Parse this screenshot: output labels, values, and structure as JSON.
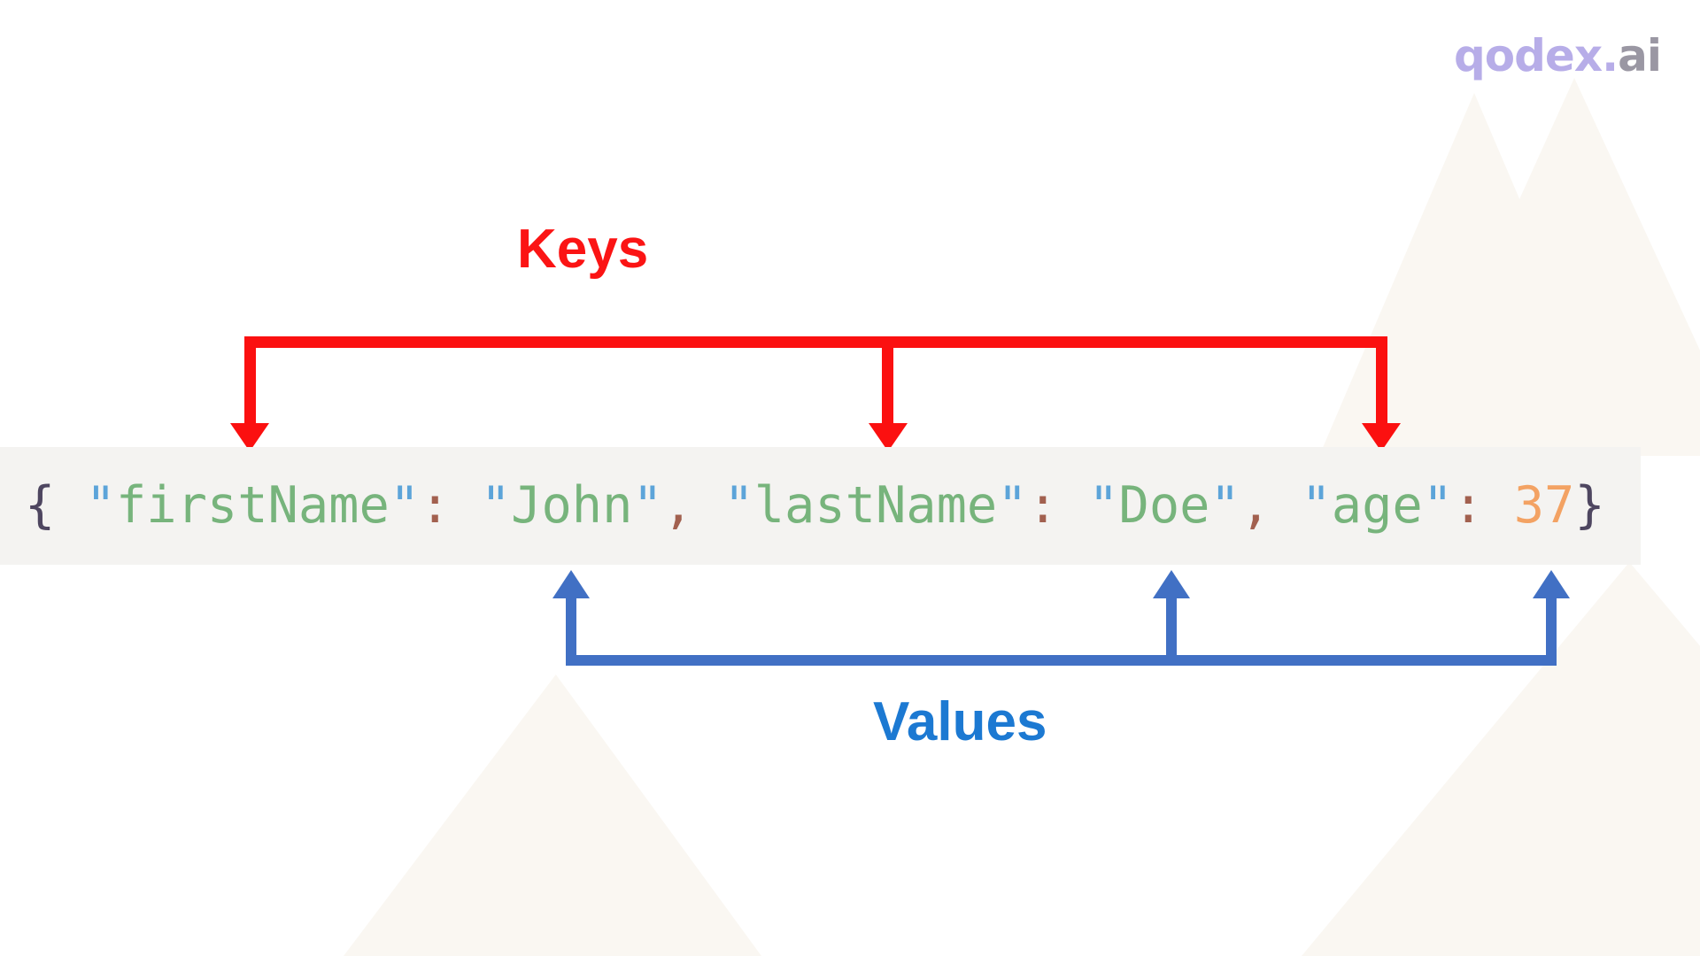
{
  "logo": {
    "brand": "qodex",
    "dot": ".",
    "suffix": "ai"
  },
  "annotations": {
    "keys_label": "Keys",
    "values_label": "Values"
  },
  "diagram": {
    "keys_pointed_to": [
      "firstName",
      "lastName",
      "age"
    ],
    "values_pointed_to": [
      "John",
      "Doe",
      "37"
    ]
  },
  "code": {
    "plain_text": "{ \"firstName\": \"John\", \"lastName\": \"Doe\", \"age\": 37}",
    "tokens": [
      {
        "text": "{ ",
        "type": "brace"
      },
      {
        "text": "\"",
        "type": "quote"
      },
      {
        "text": "firstName",
        "type": "key"
      },
      {
        "text": "\"",
        "type": "quote"
      },
      {
        "text": ": ",
        "type": "punct"
      },
      {
        "text": "\"",
        "type": "quote"
      },
      {
        "text": "John",
        "type": "string"
      },
      {
        "text": "\"",
        "type": "quote"
      },
      {
        "text": ", ",
        "type": "punct"
      },
      {
        "text": "\"",
        "type": "quote"
      },
      {
        "text": "lastName",
        "type": "key"
      },
      {
        "text": "\"",
        "type": "quote"
      },
      {
        "text": ": ",
        "type": "punct"
      },
      {
        "text": "\"",
        "type": "quote"
      },
      {
        "text": "Doe",
        "type": "string"
      },
      {
        "text": "\"",
        "type": "quote"
      },
      {
        "text": ", ",
        "type": "punct"
      },
      {
        "text": "\"",
        "type": "quote"
      },
      {
        "text": "age",
        "type": "key"
      },
      {
        "text": "\"",
        "type": "quote"
      },
      {
        "text": ": ",
        "type": "punct"
      },
      {
        "text": "37",
        "type": "number"
      },
      {
        "text": "}",
        "type": "brace"
      }
    ]
  },
  "colors": {
    "red": "#fb1010",
    "keysLabel": "#fb1414",
    "blueArrow": "#4170c4",
    "valuesLabel": "#1c79d2",
    "brace": "#4e4660",
    "quote": "#5ca4d9",
    "green": "#77b47c",
    "punct": "#a2604f",
    "number": "#f3a263",
    "stripBg": "#f4f3f1",
    "watermark": "#faf7f2",
    "logoPurple": "#b7ade8",
    "logoGray": "#9a97a3"
  }
}
